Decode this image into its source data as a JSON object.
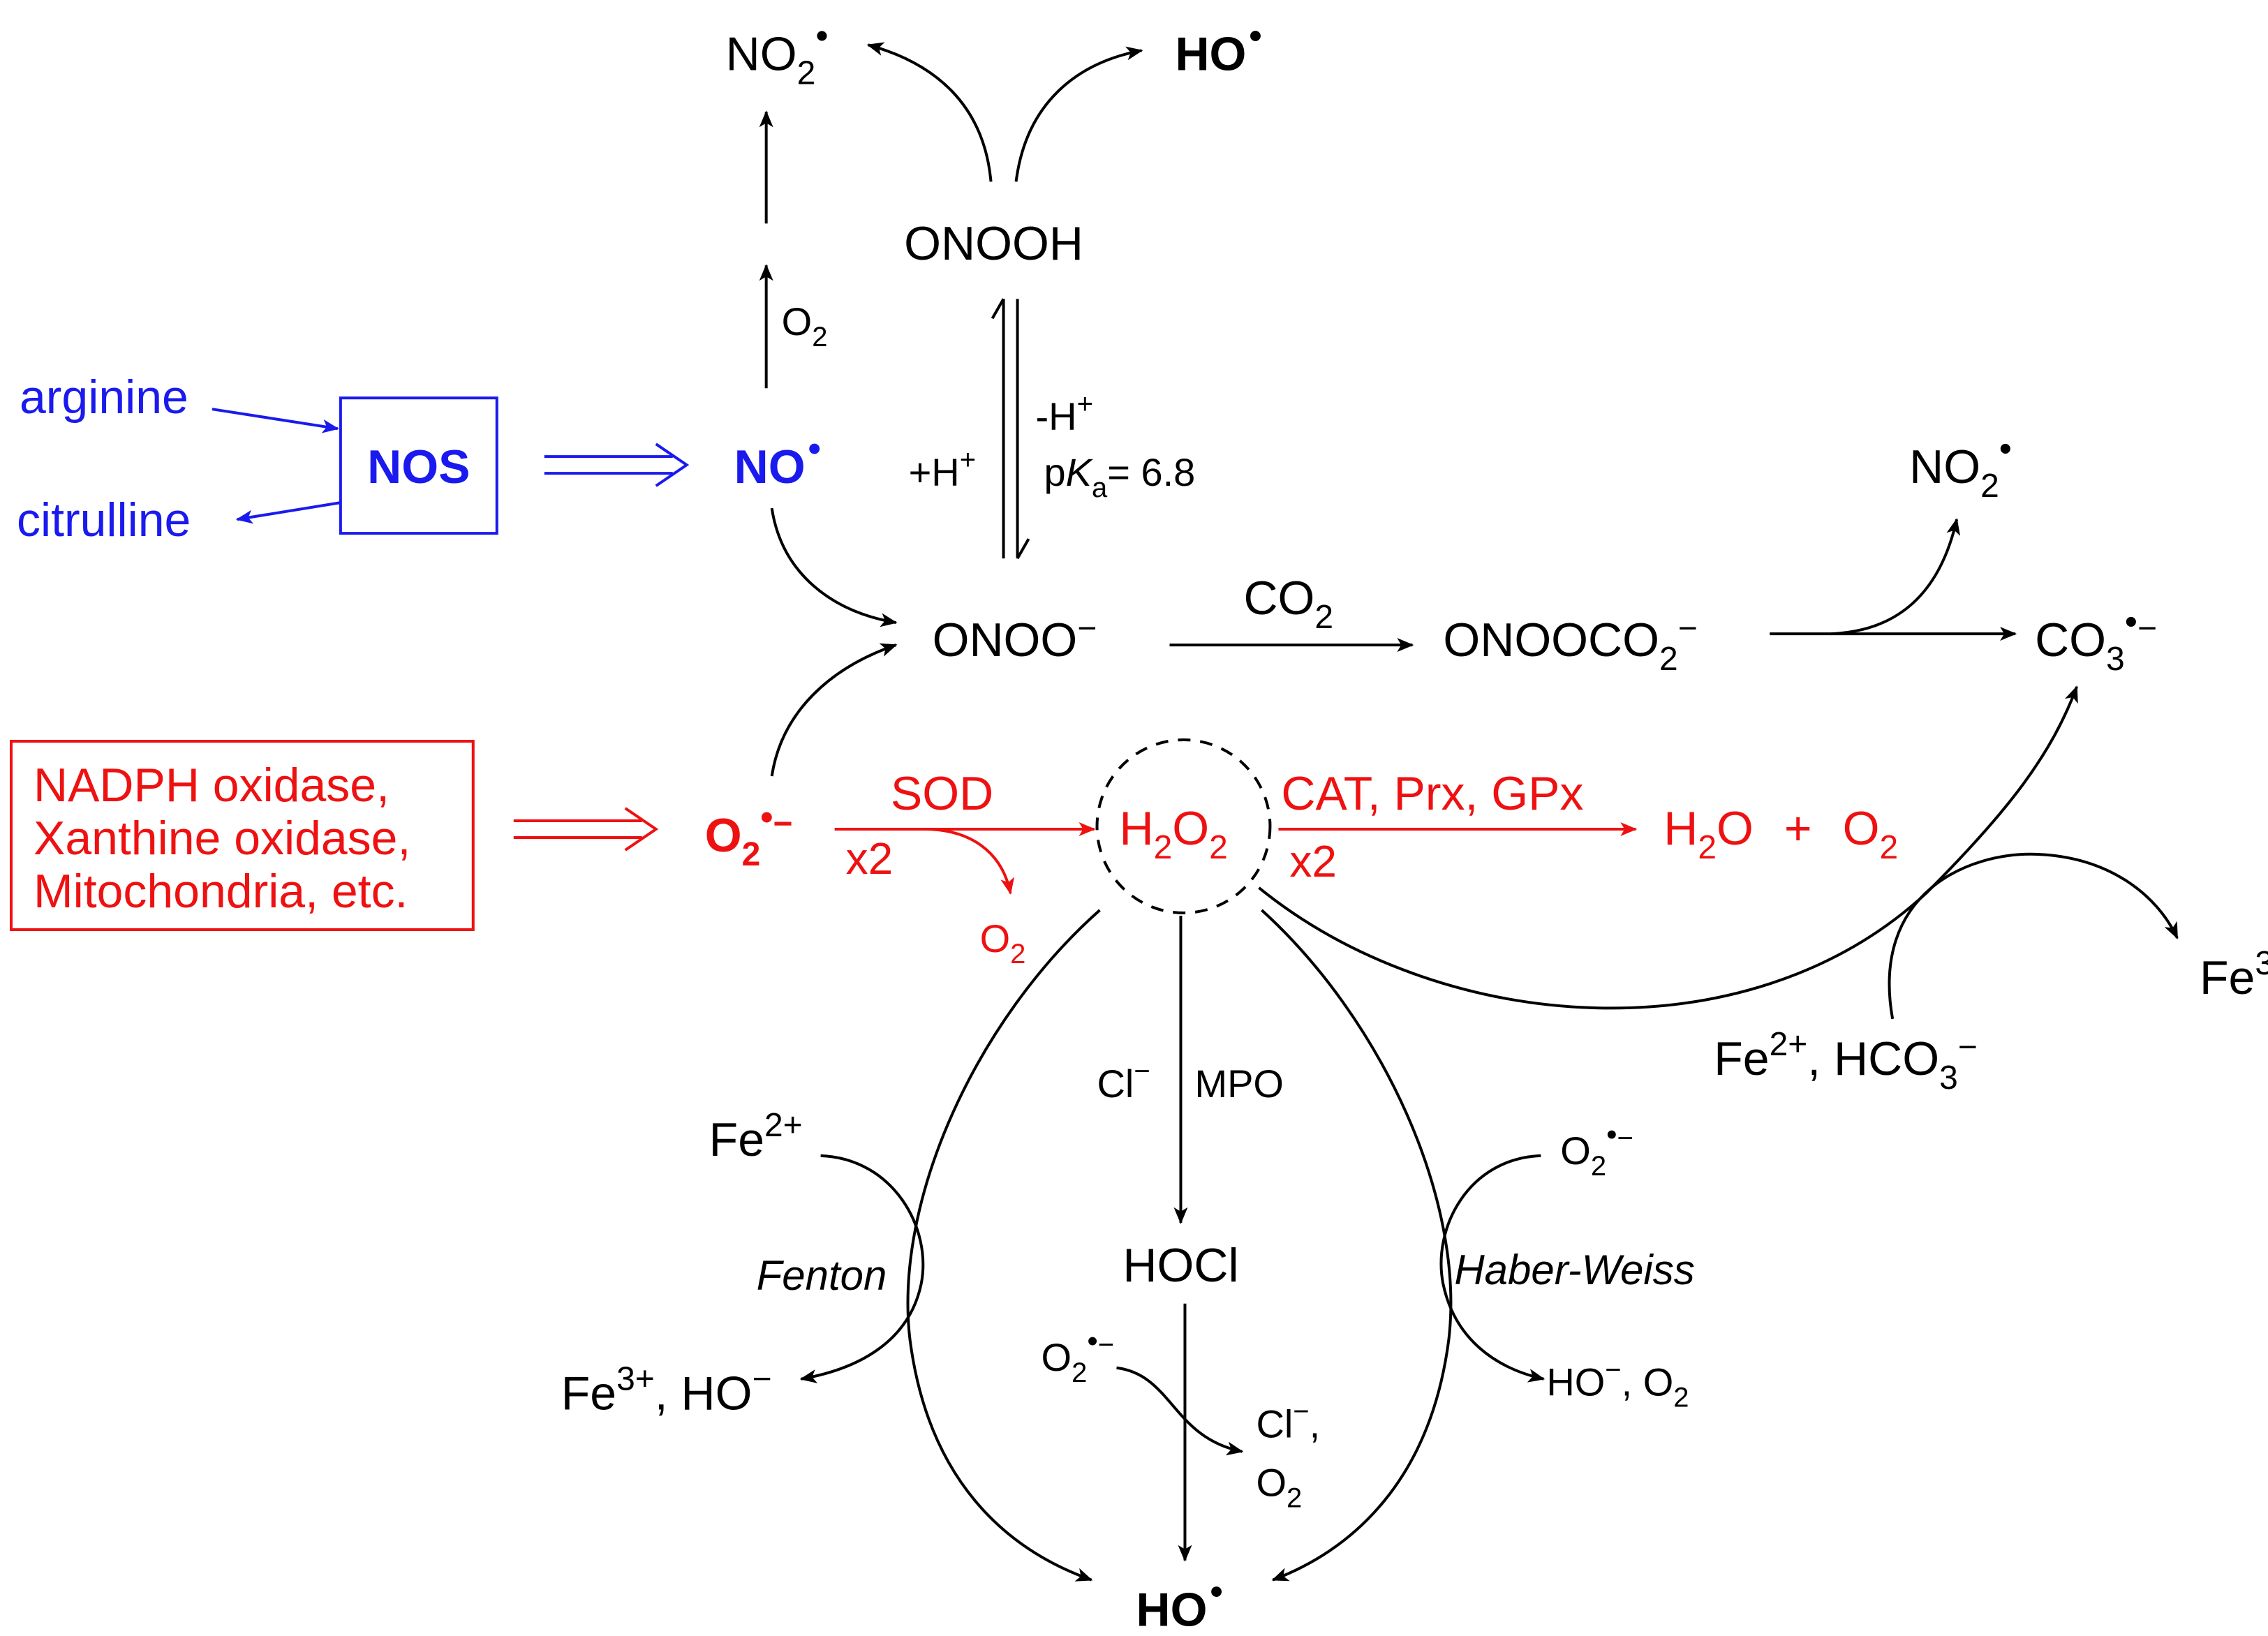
{
  "colors": {
    "black": "#000000",
    "red": "#ee1111",
    "blue": "#1a1aee"
  },
  "nos_section": {
    "arginine": "arginine",
    "citrulline": "citrulline",
    "nos": "NOS",
    "no_radical": "NO"
  },
  "sources_box": {
    "line1": "NADPH oxidase,",
    "line2": "Xanthine oxidase,",
    "line3": "Mitochondria, etc."
  },
  "top": {
    "no2_left": "NO",
    "ho_top": "HO",
    "onooh": "ONOOH",
    "o2_reagent": "O",
    "plus_h": "+H",
    "minus_h": "-H",
    "pka_label": "= 6.8"
  },
  "middle": {
    "onoo": "ONOO",
    "co2_reagent": "CO",
    "onooco2": "ONOOCO",
    "co3": "CO",
    "no2_right": "NO"
  },
  "red_path": {
    "superoxide": "O",
    "sod": "SOD",
    "x2_left": "x2",
    "o2_release": "O",
    "h2o2": "H",
    "enzymes": "CAT, Prx, GPx",
    "x2_right": "x2",
    "products": "H",
    "plus": "+"
  },
  "iron_carbonate": {
    "fe3_right": "Fe",
    "fe2_hco3": "Fe",
    "hco3": ", HCO"
  },
  "lower": {
    "cl_minus": "Cl",
    "mpo": "MPO",
    "hocl": "HOCl",
    "o2_superoxide_center": "O",
    "cl_o2_line1": "Cl",
    "cl_o2_line2": "O",
    "ho_bottom": "HO",
    "fe2_fenton": "Fe",
    "fenton": "Fenton",
    "fe3_ho": "Fe",
    "ho_minus_text": ", HO",
    "o2_haber": "O",
    "haber_weiss": "Haber-Weiss",
    "ho_o2": "HO",
    "o2_tail": ", O"
  }
}
